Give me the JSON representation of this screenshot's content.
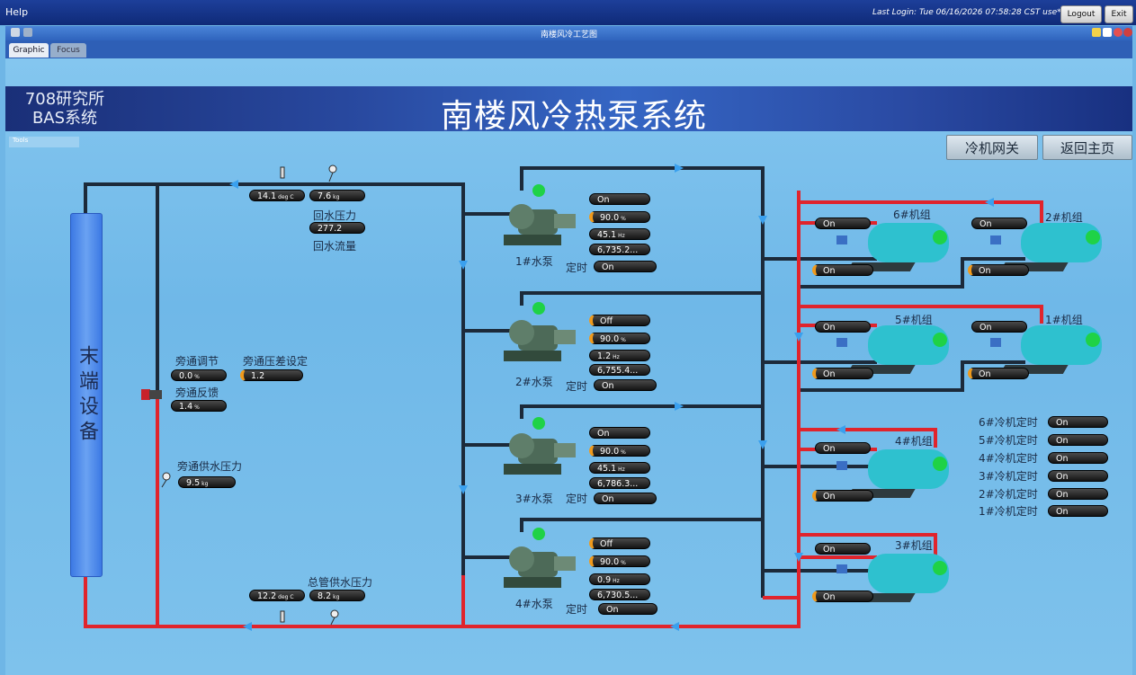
{
  "menu": {
    "help": "Help"
  },
  "session": {
    "last_login": "Last Login: Tue 06/16/2026 07:58:28 CST use***",
    "logout": "Logout",
    "exit": "Exit"
  },
  "window": {
    "title": "南楼风冷工艺图"
  },
  "tabs": [
    {
      "label": "Graphic"
    },
    {
      "label": "Focus"
    }
  ],
  "toolbar": {
    "tools": "Tools"
  },
  "header": {
    "org_line1": "708研究所",
    "org_line2": "BAS系统",
    "title": "南楼风冷热泵系统"
  },
  "nav": {
    "chiller_gateway": "冷机网关",
    "home": "返回主页"
  },
  "terminal": {
    "label": "末端设备"
  },
  "return_line": {
    "temperature": {
      "value": "14.1",
      "unit": "deg C"
    },
    "pressure": {
      "value": "7.6",
      "unit": "kg",
      "label": "回水压力"
    },
    "flow": {
      "value": "277.2",
      "label": "回水流量"
    }
  },
  "bypass": {
    "regulation": {
      "label": "旁通调节",
      "value": "0.0",
      "unit": "%"
    },
    "feedback": {
      "label": "旁通反馈",
      "value": "1.4",
      "unit": "%"
    },
    "dp_setpoint": {
      "label": "旁通压差设定",
      "value": "1.2"
    },
    "supply_pressure": {
      "label": "旁通供水压力",
      "value": "9.5",
      "unit": "kg"
    }
  },
  "supply_line": {
    "temperature": {
      "value": "12.2",
      "unit": "deg C"
    },
    "pressure": {
      "value": "8.2",
      "unit": "kg",
      "label": "总管供水压力"
    }
  },
  "pumps": [
    {
      "name": "1#水泵",
      "status": "On",
      "load": "90.0",
      "load_unit": "%",
      "freq": "45.1",
      "freq_unit": "Hz",
      "runtime": "6,735.2...",
      "timer_label": "定时",
      "timer": "On"
    },
    {
      "name": "2#水泵",
      "status": "Off",
      "load": "90.0",
      "load_unit": "%",
      "freq": "1.2",
      "freq_unit": "Hz",
      "runtime": "6,755.4...",
      "timer_label": "定时",
      "timer": "On"
    },
    {
      "name": "3#水泵",
      "status": "On",
      "load": "90.0",
      "load_unit": "%",
      "freq": "45.1",
      "freq_unit": "Hz",
      "runtime": "6,786.3...",
      "timer_label": "定时",
      "timer": "On"
    },
    {
      "name": "4#水泵",
      "status": "Off",
      "load": "90.0",
      "load_unit": "%",
      "freq": "0.9",
      "freq_unit": "Hz",
      "runtime": "6,730.5...",
      "timer_label": "定时",
      "timer": "On"
    }
  ],
  "units": [
    {
      "name": "6#机组",
      "status_top": "On",
      "status_bottom": "On"
    },
    {
      "name": "2#机组",
      "status_top": "On",
      "status_bottom": "On"
    },
    {
      "name": "5#机组",
      "status_top": "On",
      "status_bottom": "On"
    },
    {
      "name": "1#机组",
      "status_top": "On",
      "status_bottom": "On"
    },
    {
      "name": "4#机组",
      "status_top": "On",
      "status_bottom": "On"
    },
    {
      "name": "3#机组",
      "status_top": "On",
      "status_bottom": "On"
    }
  ],
  "timers": [
    {
      "label": "6#冷机定时",
      "value": "On"
    },
    {
      "label": "5#冷机定时",
      "value": "On"
    },
    {
      "label": "4#冷机定时",
      "value": "On"
    },
    {
      "label": "3#冷机定时",
      "value": "On"
    },
    {
      "label": "2#冷机定时",
      "value": "On"
    },
    {
      "label": "1#冷机定时",
      "value": "On"
    }
  ],
  "colors": {
    "supply_pipe": "#e0242c",
    "return_pipe": "#1c2a3a",
    "running": "#1fd246",
    "pill": "#1a1a1a",
    "pill_accent": "#f09a1c"
  }
}
